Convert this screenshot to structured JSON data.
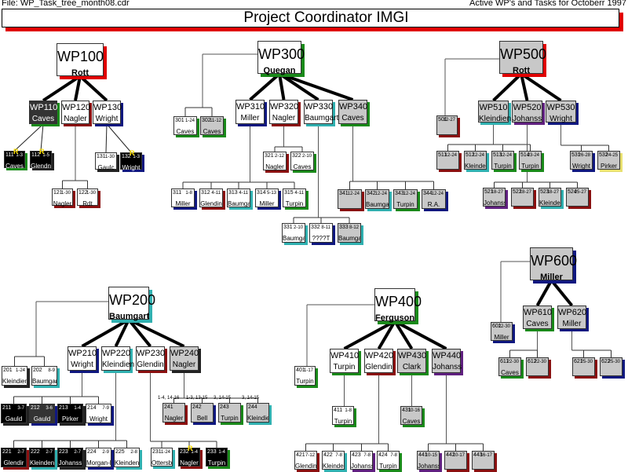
{
  "header": {
    "file_label": "File: WP_Task_tree_month08.cdr",
    "period_label": "Active WP's and Tasks for  Octoberr 1997",
    "title": "Project Coordinator  IMGI"
  },
  "colors": {
    "red": "#e00000",
    "darkred": "#8b1010",
    "green": "#1a8a1a",
    "blue": "#101880",
    "cyan": "#30b0b0",
    "purple": "#602080",
    "yellow": "#e8e070",
    "black_fill": "#000000",
    "dark_fill": "#333333",
    "grey_fill": "#c8c8c8",
    "white_fill": "#ffffff",
    "rmark": "#ffe000"
  },
  "nodes": [
    {
      "id": "WP100",
      "owner": "Rott",
      "kind": "big",
      "fill": "white",
      "shadow": "red"
    },
    {
      "id": "WP110",
      "owner": "Caves",
      "kind": "mid",
      "fill": "dark",
      "shadow": "green"
    },
    {
      "id": "WP120",
      "owner": "Nagler",
      "kind": "mid",
      "fill": "white",
      "shadow": "darkred"
    },
    {
      "id": "WP130",
      "owner": "Wright",
      "kind": "mid",
      "fill": "white",
      "shadow": "blue"
    },
    {
      "id": "111",
      "dates": "1-3",
      "owner": "Caves",
      "kind": "sm",
      "fill": "black",
      "shadow": "green",
      "r": true
    },
    {
      "id": "112",
      "dates": "1-5",
      "owner": "Glendn",
      "kind": "sm",
      "fill": "black",
      "shadow": "dark",
      "r": true
    },
    {
      "id": "121",
      "dates": "1-30",
      "owner": "Nagler",
      "kind": "sm",
      "fill": "white",
      "shadow": "darkred"
    },
    {
      "id": "122",
      "dates": "1-30",
      "owner": "Rdt",
      "kind": "sm",
      "fill": "white",
      "shadow": "darkred"
    },
    {
      "id": "131",
      "dates": "1-30",
      "owner": "Gaulc",
      "kind": "sm",
      "fill": "white",
      "shadow": "dark"
    },
    {
      "id": "132",
      "dates": "1-3",
      "owner": "Wright",
      "kind": "sm",
      "fill": "black",
      "shadow": "blue",
      "r": true
    },
    {
      "id": "WP300",
      "owner": "Quegan",
      "kind": "big",
      "fill": "white",
      "shadow": "green"
    },
    {
      "id": "301",
      "dates": "1-24",
      "owner": "Caves",
      "kind": "sm",
      "fill": "white",
      "shadow": "green"
    },
    {
      "id": "302",
      "dates": "11-12",
      "owner": "Caves",
      "kind": "sm",
      "fill": "grey",
      "shadow": "green"
    },
    {
      "id": "WP310",
      "owner": "Miller",
      "kind": "mid",
      "fill": "white",
      "shadow": "blue"
    },
    {
      "id": "WP320",
      "owner": "Nagler",
      "kind": "mid",
      "fill": "white",
      "shadow": "darkred"
    },
    {
      "id": "WP330",
      "owner": "Baumgart",
      "kind": "mid",
      "fill": "white",
      "shadow": "cyan"
    },
    {
      "id": "WP340",
      "owner": "Caves",
      "kind": "mid",
      "fill": "grey",
      "shadow": "green"
    },
    {
      "id": "311",
      "dates": "1-8",
      "owner": "Miller",
      "kind": "sm",
      "fill": "white",
      "shadow": "blue"
    },
    {
      "id": "312",
      "dates": "4-11",
      "owner": "Glendin",
      "kind": "sm",
      "fill": "white",
      "shadow": "darkred"
    },
    {
      "id": "313",
      "dates": "4-11",
      "owner": "Baumgart",
      "kind": "sm",
      "fill": "white",
      "shadow": "cyan"
    },
    {
      "id": "314",
      "dates": "5-13",
      "owner": "Miller",
      "kind": "sm",
      "fill": "white",
      "shadow": "blue"
    },
    {
      "id": "315",
      "dates": "4-11",
      "owner": "Turpin",
      "kind": "sm",
      "fill": "white",
      "shadow": "green"
    },
    {
      "id": "321",
      "dates": "2-12",
      "owner": "Nagler",
      "kind": "sm",
      "fill": "white",
      "shadow": "darkred"
    },
    {
      "id": "322",
      "dates": "2-10",
      "owner": "Caves",
      "kind": "sm",
      "fill": "white",
      "shadow": "green"
    },
    {
      "id": "331",
      "dates": "2-10",
      "owner": "Baumgart",
      "kind": "sm",
      "fill": "white",
      "shadow": "cyan"
    },
    {
      "id": "332",
      "dates": "8-11",
      "owner": "????T",
      "kind": "sm",
      "fill": "white",
      "shadow": "blue"
    },
    {
      "id": "333",
      "dates": "8-12",
      "owner": "Baumgart",
      "kind": "sm",
      "fill": "grey",
      "shadow": "cyan"
    },
    {
      "id": "341",
      "dates": "12-24",
      "owner": "",
      "kind": "sm",
      "fill": "grey",
      "shadow": "darkred"
    },
    {
      "id": "342",
      "dates": "12-24",
      "owner": "Baumgart",
      "kind": "sm",
      "fill": "grey",
      "shadow": "cyan"
    },
    {
      "id": "343",
      "dates": "12-24",
      "owner": "Turpin",
      "kind": "sm",
      "fill": "grey",
      "shadow": "green"
    },
    {
      "id": "344",
      "dates": "12-24",
      "owner": "R.A.",
      "kind": "sm",
      "fill": "grey",
      "shadow": "blue"
    },
    {
      "id": "WP500",
      "owner": "Rott",
      "kind": "big",
      "fill": "grey",
      "shadow": "red"
    },
    {
      "id": "501",
      "dates": "12-27",
      "owner": "",
      "kind": "sm",
      "fill": "grey",
      "shadow": "darkred"
    },
    {
      "id": "WP510",
      "owner": "Kleindien",
      "kind": "mid",
      "fill": "grey",
      "shadow": "cyan"
    },
    {
      "id": "WP520",
      "owner": "Johanss",
      "kind": "mid",
      "fill": "grey",
      "shadow": "purple"
    },
    {
      "id": "WP530",
      "owner": "Wright",
      "kind": "mid",
      "fill": "grey",
      "shadow": "blue"
    },
    {
      "id": "511",
      "dates": "12-24",
      "owner": "",
      "kind": "sm",
      "fill": "grey",
      "shadow": "darkred"
    },
    {
      "id": "512",
      "dates": "12-24",
      "owner": "Kleinden",
      "kind": "sm",
      "fill": "grey",
      "shadow": "cyan"
    },
    {
      "id": "513",
      "dates": "12-24",
      "owner": "Turpin",
      "kind": "sm",
      "fill": "grey",
      "shadow": "green"
    },
    {
      "id": "514",
      "dates": "23-24",
      "owner": "Turpin",
      "kind": "sm",
      "fill": "grey",
      "shadow": "green"
    },
    {
      "id": "521",
      "dates": "18-27",
      "owner": "Johanss",
      "kind": "sm",
      "fill": "grey",
      "shadow": "purple"
    },
    {
      "id": "522",
      "dates": "18-27",
      "owner": "",
      "kind": "sm",
      "fill": "grey",
      "shadow": "darkred"
    },
    {
      "id": "523",
      "dates": "18-27",
      "owner": "Kleinden",
      "kind": "sm",
      "fill": "grey",
      "shadow": "cyan"
    },
    {
      "id": "524",
      "dates": "25-27",
      "owner": "",
      "kind": "sm",
      "fill": "grey",
      "shadow": "darkred"
    },
    {
      "id": "531",
      "dates": "26-28",
      "owner": "Wright",
      "kind": "sm",
      "fill": "grey",
      "shadow": "blue"
    },
    {
      "id": "532",
      "dates": "24-25",
      "owner": "Pirker",
      "kind": "sm",
      "fill": "grey",
      "shadow": "yellow"
    },
    {
      "id": "WP600",
      "owner": "Miller",
      "kind": "big",
      "fill": "grey",
      "shadow": "blue"
    },
    {
      "id": "601",
      "dates": "22-30",
      "owner": "Miller",
      "kind": "sm",
      "fill": "grey",
      "shadow": "blue"
    },
    {
      "id": "WP610",
      "owner": "Caves",
      "kind": "mid",
      "fill": "grey",
      "shadow": "green"
    },
    {
      "id": "WP620",
      "owner": "Miller",
      "kind": "mid",
      "fill": "grey",
      "shadow": "blue"
    },
    {
      "id": "611",
      "dates": "22-30",
      "owner": "Caves",
      "kind": "sm",
      "fill": "grey",
      "shadow": "green"
    },
    {
      "id": "612",
      "dates": "22-30",
      "owner": "",
      "kind": "sm",
      "fill": "grey",
      "shadow": "darkred"
    },
    {
      "id": "621",
      "dates": "25-30",
      "owner": "",
      "kind": "sm",
      "fill": "grey",
      "shadow": "darkred"
    },
    {
      "id": "622",
      "dates": "25-30",
      "owner": "",
      "kind": "sm",
      "fill": "grey",
      "shadow": "blue"
    },
    {
      "id": "WP200",
      "owner": "Baumgart",
      "kind": "big",
      "fill": "white",
      "shadow": "cyan"
    },
    {
      "id": "201",
      "dates": "1-24",
      "owner": "Kleindien",
      "kind": "sm",
      "fill": "white",
      "shadow": "dark"
    },
    {
      "id": "202",
      "dates": "8-9",
      "owner": "Baumgart",
      "kind": "sm",
      "fill": "white",
      "shadow": "cyan"
    },
    {
      "id": "WP210",
      "owner": "Wright",
      "kind": "mid",
      "fill": "white",
      "shadow": "blue"
    },
    {
      "id": "WP220",
      "owner": "Kleindien",
      "kind": "mid",
      "fill": "white",
      "shadow": "cyan"
    },
    {
      "id": "WP230",
      "owner": "Glendin",
      "kind": "mid",
      "fill": "white",
      "shadow": "darkred"
    },
    {
      "id": "WP240",
      "owner": "Nagler",
      "kind": "mid",
      "fill": "grey",
      "shadow": "dark"
    },
    {
      "id": "211",
      "dates": "3-7",
      "owner": "Gauld",
      "kind": "sm",
      "fill": "black",
      "shadow": "dark"
    },
    {
      "id": "212",
      "dates": "3-6",
      "owner": "Gauld",
      "kind": "sm",
      "fill": "dark",
      "shadow": "blue"
    },
    {
      "id": "213",
      "dates": "1-4",
      "owner": "Pirker",
      "kind": "sm",
      "fill": "black",
      "shadow": "dark"
    },
    {
      "id": "214",
      "dates": "7-9",
      "owner": "Wright",
      "kind": "sm",
      "fill": "white",
      "shadow": "blue"
    },
    {
      "id": "221",
      "dates": "2-7",
      "owner": "Glendir",
      "kind": "sm",
      "fill": "black",
      "shadow": "darkred"
    },
    {
      "id": "222",
      "dates": "2-7",
      "owner": "Kleinden",
      "kind": "sm",
      "fill": "black",
      "shadow": "cyan"
    },
    {
      "id": "223",
      "dates": "2-7",
      "owner": "Johanss",
      "kind": "sm",
      "fill": "black",
      "shadow": "dark"
    },
    {
      "id": "224",
      "dates": "2-9",
      "owner": "Morgan-D",
      "kind": "sm",
      "fill": "white",
      "shadow": "blue"
    },
    {
      "id": "225",
      "dates": "2-8",
      "owner": "Kleinden",
      "kind": "sm",
      "fill": "white",
      "shadow": "cyan"
    },
    {
      "id": "231",
      "dates": "1-24",
      "owner": "Ottersber",
      "kind": "sm",
      "fill": "white",
      "shadow": "cyan"
    },
    {
      "id": "232",
      "dates": "1-4",
      "owner": "Nagler",
      "kind": "sm",
      "fill": "black",
      "shadow": "darkred",
      "r": true
    },
    {
      "id": "233",
      "dates": "1-4",
      "owner": "Turpin",
      "kind": "sm",
      "fill": "black",
      "shadow": "green"
    },
    {
      "id": "241",
      "dates": "",
      "owner": "Nagler",
      "kind": "sm",
      "fill": "grey",
      "shadow": "darkred",
      "above": "1-4, 14-16"
    },
    {
      "id": "242",
      "dates": "",
      "owner": "Bell",
      "kind": "sm",
      "fill": "grey",
      "shadow": "blue",
      "above": "1-3, 13-15"
    },
    {
      "id": "243",
      "dates": "",
      "owner": "Turpin",
      "kind": "sm",
      "fill": "grey",
      "shadow": "green",
      "above": "3, 14-15"
    },
    {
      "id": "244",
      "dates": "",
      "owner": "Kleindien",
      "kind": "sm",
      "fill": "grey",
      "shadow": "cyan",
      "above": "3, 14-15"
    },
    {
      "id": "WP400",
      "owner": "Ferguson",
      "kind": "big",
      "fill": "white",
      "shadow": "green"
    },
    {
      "id": "401",
      "dates": "1-17",
      "owner": "Turpin",
      "kind": "sm",
      "fill": "white",
      "shadow": "green"
    },
    {
      "id": "WP410",
      "owner": "Turpin",
      "kind": "mid",
      "fill": "white",
      "shadow": "green"
    },
    {
      "id": "WP420",
      "owner": "Glendin",
      "kind": "mid",
      "fill": "white",
      "shadow": "darkred"
    },
    {
      "id": "WP430",
      "owner": "Clark",
      "kind": "mid",
      "fill": "grey",
      "shadow": "green"
    },
    {
      "id": "WP440",
      "owner": "Johanss",
      "kind": "mid",
      "fill": "grey",
      "shadow": "purple"
    },
    {
      "id": "411",
      "dates": "1-8",
      "owner": "Turpin",
      "kind": "sm",
      "fill": "white",
      "shadow": "green"
    },
    {
      "id": "431",
      "dates": "10-16",
      "owner": "Caves",
      "kind": "sm",
      "fill": "grey",
      "shadow": "green"
    },
    {
      "id": "421",
      "dates": "7-12",
      "owner": "Glendin",
      "kind": "sm",
      "fill": "white",
      "shadow": "darkred"
    },
    {
      "id": "422",
      "dates": "7-8",
      "owner": "Kleinden",
      "kind": "sm",
      "fill": "white",
      "shadow": "cyan"
    },
    {
      "id": "423",
      "dates": "7-8",
      "owner": "Johanss",
      "kind": "sm",
      "fill": "white",
      "shadow": "purple"
    },
    {
      "id": "424",
      "dates": "7-8",
      "owner": "Turpin",
      "kind": "sm",
      "fill": "white",
      "shadow": "green"
    },
    {
      "id": "441",
      "dates": "10-15",
      "owner": "Johanss",
      "kind": "sm",
      "fill": "grey",
      "shadow": "purple"
    },
    {
      "id": "442",
      "dates": "10-17",
      "owner": "",
      "kind": "sm",
      "fill": "grey",
      "shadow": "darkred"
    },
    {
      "id": "443",
      "dates": "16-17",
      "owner": "",
      "kind": "sm",
      "fill": "grey",
      "shadow": "darkred"
    }
  ],
  "r_mark": "R"
}
